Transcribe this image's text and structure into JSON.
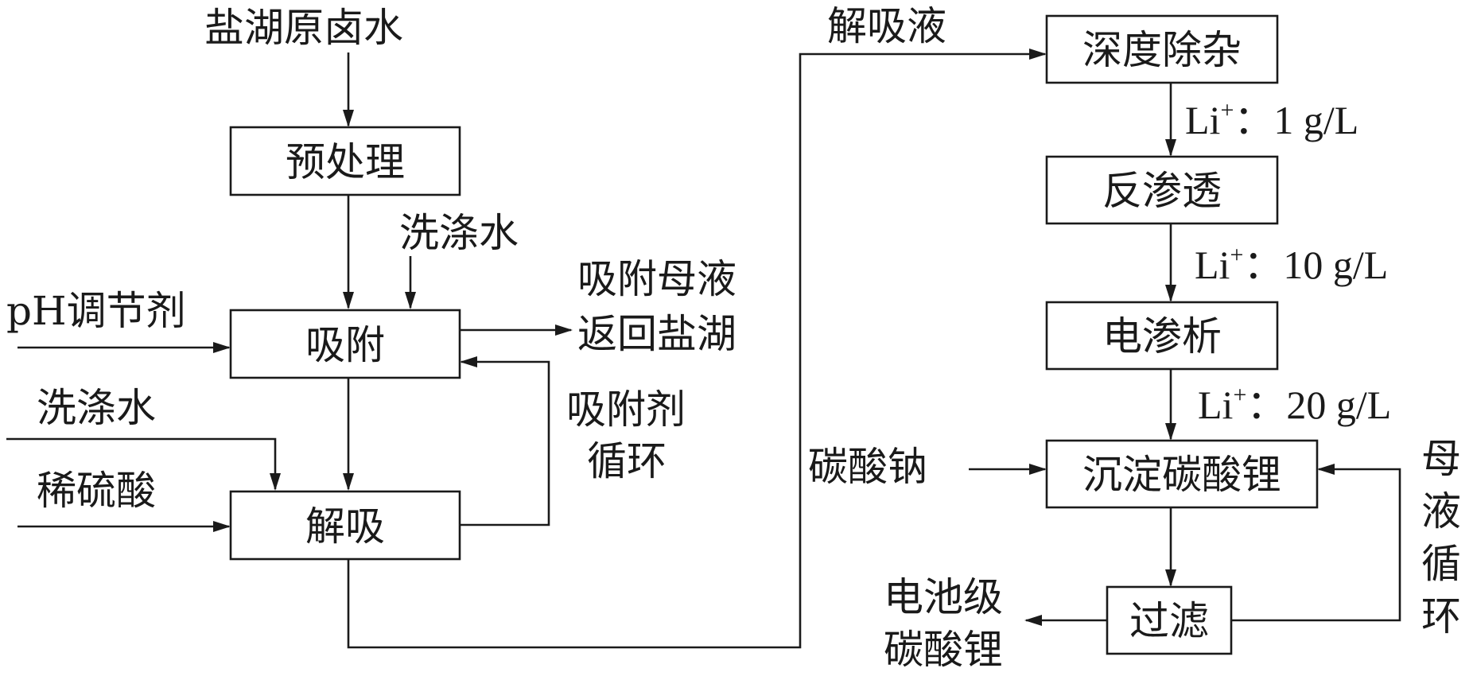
{
  "boxes": {
    "pretreat": "预处理",
    "adsorb": "吸附",
    "desorb": "解吸",
    "purify": "深度除杂",
    "ro": "反渗透",
    "ed": "电渗析",
    "precip": "沉淀碳酸锂",
    "filter": "过滤"
  },
  "inputs": {
    "brine": "盐湖原卤水",
    "wash_water_1": "洗涤水",
    "ph_agent": "pH调节剂",
    "wash_water_2": "洗涤水",
    "dilute_acid": "稀硫酸",
    "sodium_carbonate": "碳酸钠"
  },
  "outputs": {
    "mother_liquor_1": "吸附母液",
    "mother_liquor_2": "返回盐湖",
    "adsorbent_cycle_1": "吸附剂",
    "adsorbent_cycle_2": "循环",
    "desorb_liquid": "解吸液",
    "product_1": "电池级",
    "product_2": "碳酸锂",
    "mother_cycle": [
      "母",
      "液",
      "循",
      "环"
    ]
  },
  "concentrations": {
    "ion": "Li",
    "charge": "+",
    "c1": "：1 g/L",
    "c2": "：10 g/L",
    "c3": "：20 g/L"
  }
}
